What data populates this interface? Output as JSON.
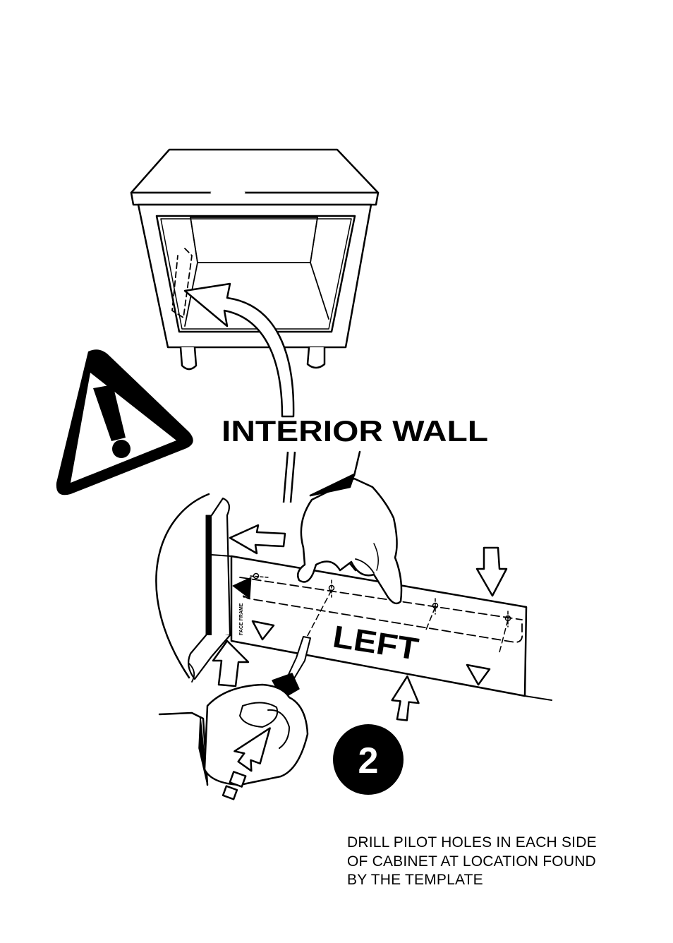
{
  "title": "INTERIOR WALL",
  "template_label": "LEFT",
  "face_frame_label": "FACE FRAME",
  "step_number": "2",
  "caption_lines": [
    "DRILL PILOT HOLES IN EACH SIDE",
    "OF CABINET AT LOCATION FOUND",
    "BY THE TEMPLATE"
  ],
  "icons": [
    "warning-icon",
    "cabinet-illustration",
    "curved-arrow-icon",
    "template-illustration",
    "drill-illustration"
  ]
}
